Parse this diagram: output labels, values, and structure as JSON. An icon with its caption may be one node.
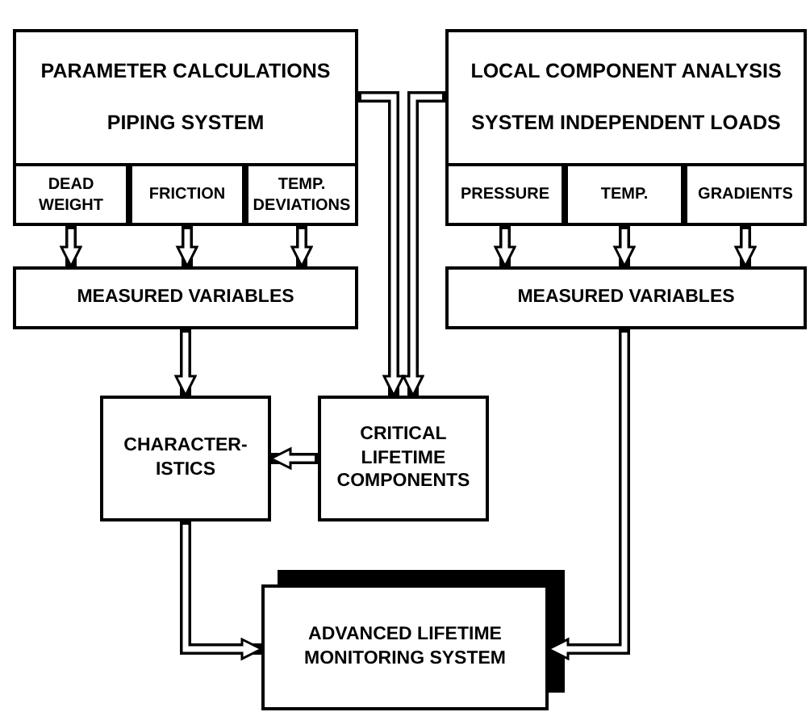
{
  "diagram": {
    "nodes": [
      {
        "text": [
          "PARAMETER CALCULATIONS",
          "PIPING SYSTEM"
        ]
      },
      {
        "text": [
          "DEAD WEIGHT"
        ],
        "in": 0
      },
      {
        "text": [
          "FRICTION"
        ],
        "in": 0
      },
      {
        "text": [
          "TEMP. DEVIATIONS"
        ],
        "in": 0
      },
      {
        "text": [
          "LOCAL COMPONENT ANALYSIS",
          "SYSTEM INDEPENDENT LOADS"
        ]
      },
      {
        "text": [
          "PRESSURE"
        ],
        "in": 4
      },
      {
        "text": [
          "TEMP."
        ],
        "in": 4
      },
      {
        "text": [
          "GRADIENTS"
        ],
        "in": 4
      },
      {
        "text": [
          "MEASURED VARIABLES"
        ]
      },
      {
        "text": [
          "MEASURED VARIABLES"
        ]
      },
      {
        "text": [
          "CHARACTER- ISTICS"
        ]
      },
      {
        "text": [
          "CRITICAL LIFETIME COMPONENTS"
        ]
      },
      {
        "text": [
          "ADVANCED LIFETIME MONITORING SYSTEM"
        ]
      }
    ],
    "edges": [
      {
        "from": 1,
        "to": 8,
        "arrow": "to"
      },
      {
        "from": 2,
        "to": 8,
        "arrow": "to"
      },
      {
        "from": 3,
        "to": 8,
        "arrow": "to"
      },
      {
        "from": 5,
        "to": 9,
        "arrow": "to"
      },
      {
        "from": 6,
        "to": 9,
        "arrow": "to"
      },
      {
        "from": 7,
        "to": 9,
        "arrow": "to"
      },
      {
        "from": 8,
        "to": 10,
        "arrow": "to"
      },
      {
        "from": 0,
        "to": 11,
        "arrow": "to"
      },
      {
        "from": 4,
        "to": 11,
        "arrow": "to"
      },
      {
        "from": 11,
        "to": 10,
        "arrow": "to"
      },
      {
        "from": 10,
        "to": 12,
        "arrow": "to"
      },
      {
        "from": 9,
        "to": 12,
        "arrow": "to"
      }
    ]
  }
}
